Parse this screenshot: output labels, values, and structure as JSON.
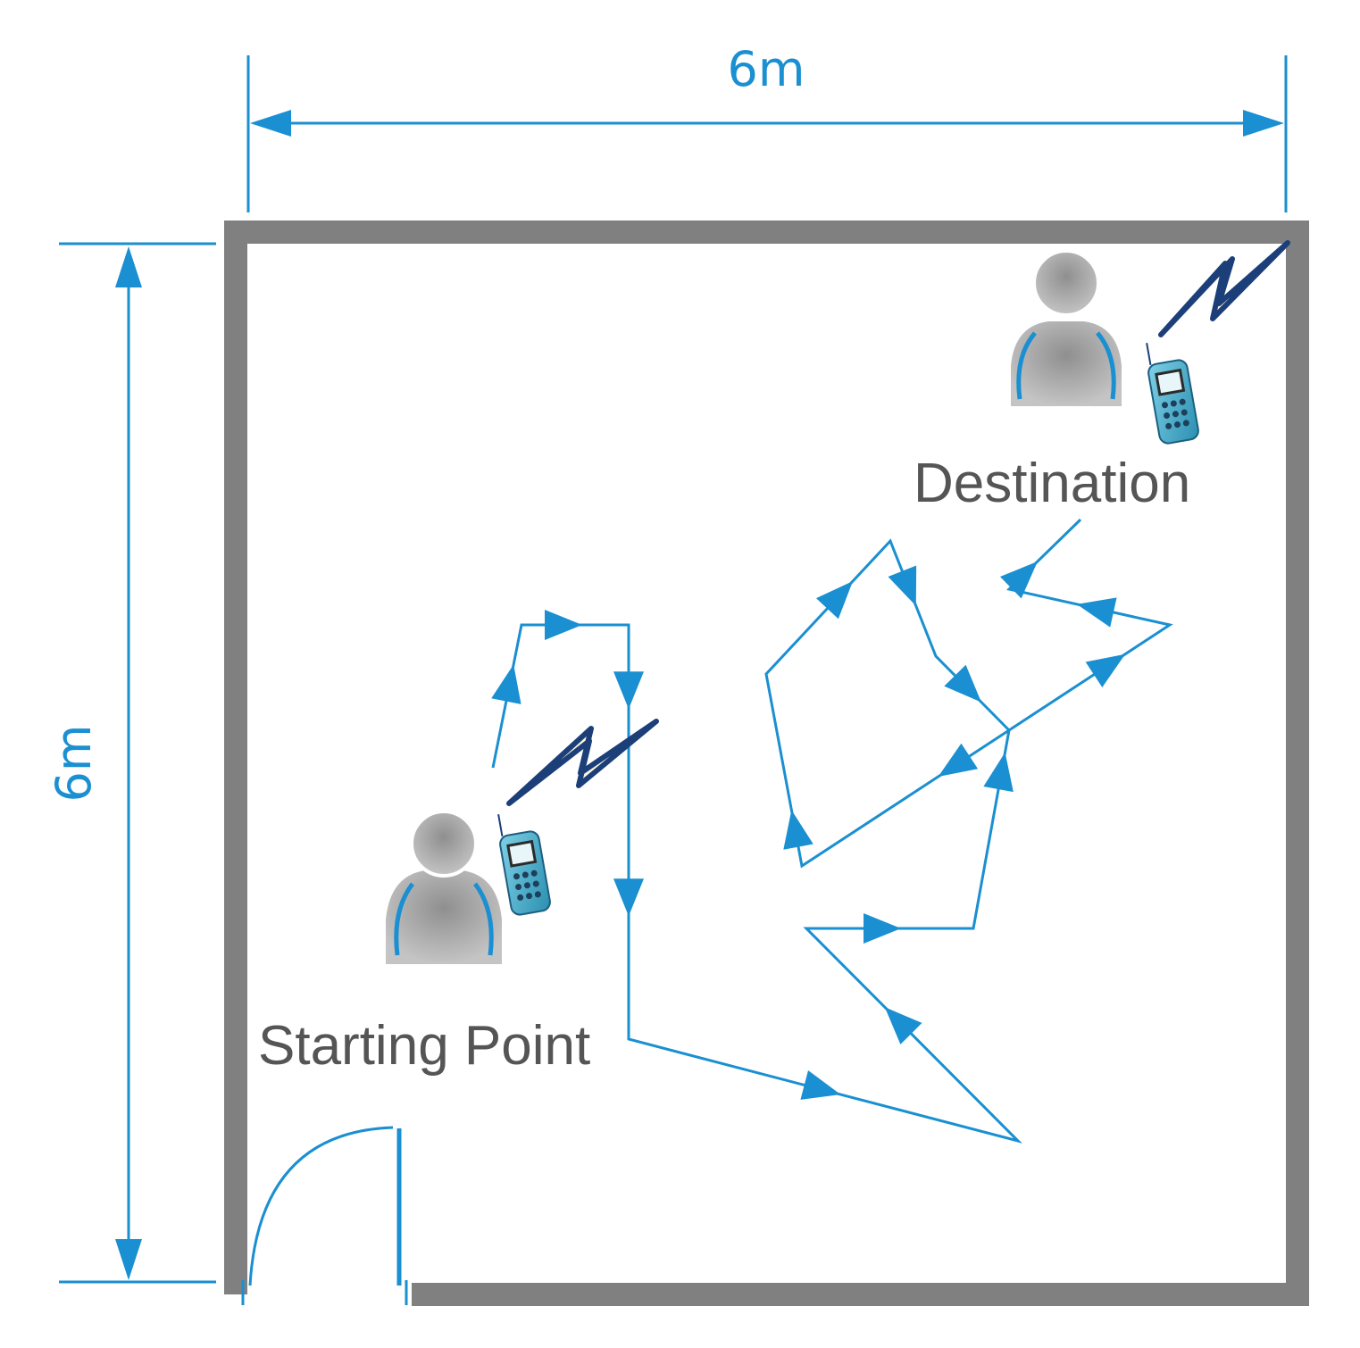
{
  "labels": {
    "width_dimension": "6m",
    "height_dimension": "6m",
    "destination": "Destination",
    "starting_point": "Starting Point"
  },
  "colors": {
    "wall": "#808080",
    "accent": "#1a8fd1",
    "label_text": "#555555",
    "person": "#9a9a9a",
    "signal": "#1c3f7a",
    "signal_fill": "#fbf6dc"
  },
  "icons": {
    "person": "person-icon",
    "signal": "wireless-signal-icon",
    "device": "handheld-device-icon"
  }
}
